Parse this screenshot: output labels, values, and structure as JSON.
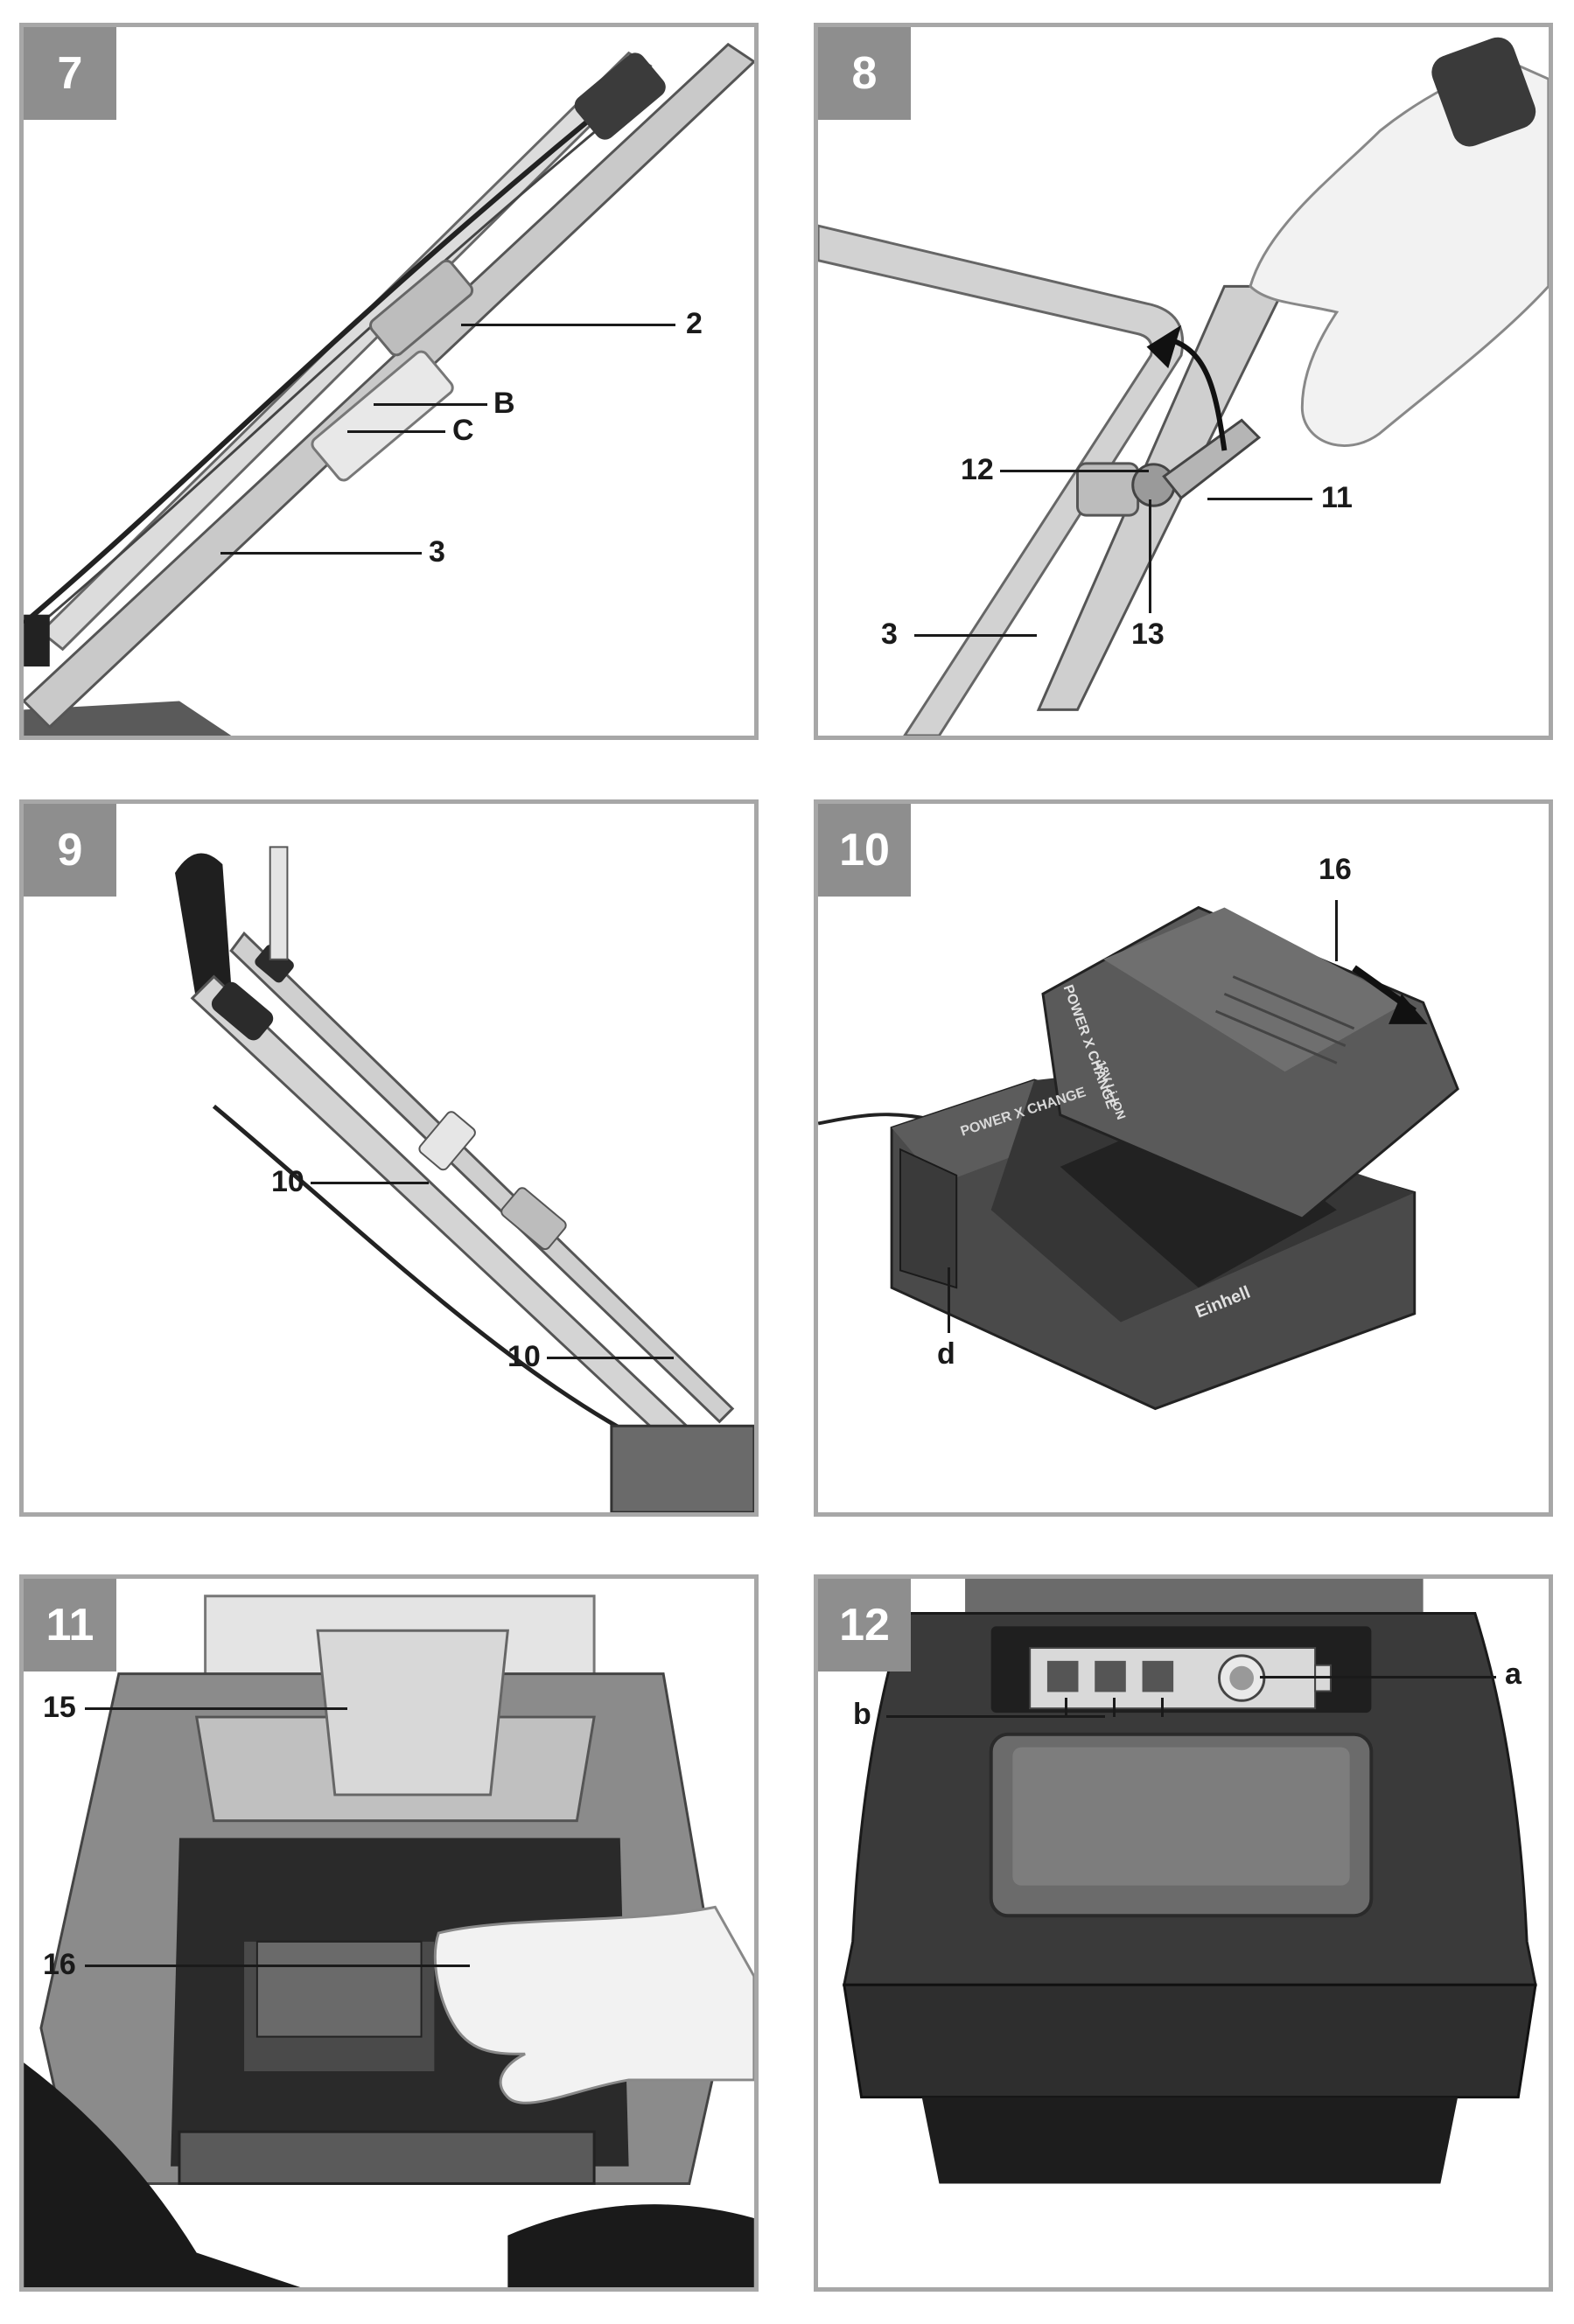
{
  "figures": [
    {
      "number": "7",
      "callouts": [
        "2",
        "B",
        "C",
        "3"
      ]
    },
    {
      "number": "8",
      "callouts": [
        "12",
        "11",
        "13",
        "3"
      ]
    },
    {
      "number": "9",
      "callouts": [
        "10",
        "10"
      ]
    },
    {
      "number": "10",
      "callouts": [
        "16",
        "d"
      ],
      "charter_brand": "POWER X CHANGE",
      "charger_logo": "Einhell",
      "battery_brand": "POWER X CHANGE",
      "battery_type": "18V Li-ION"
    },
    {
      "number": "11",
      "callouts": [
        "15",
        "16"
      ]
    },
    {
      "number": "12",
      "callouts": [
        "a",
        "b"
      ]
    }
  ]
}
